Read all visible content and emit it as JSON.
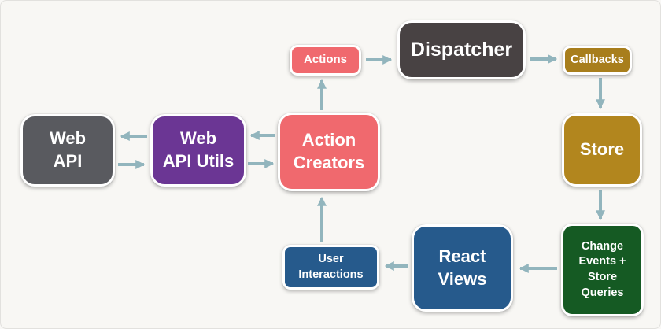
{
  "canvas": {
    "background": "#f8f7f4",
    "arrow_color": "#92b5bd"
  },
  "nodes": {
    "web_api": {
      "label": "Web\nAPI",
      "color": "#595a5f"
    },
    "web_api_utils": {
      "label": "Web\nAPI Utils",
      "color": "#6b3694"
    },
    "action_creators": {
      "label": "Action\nCreators",
      "color": "#f0696e"
    },
    "actions": {
      "label": "Actions",
      "color": "#f0696e"
    },
    "dispatcher": {
      "label": "Dispatcher",
      "color": "#484243"
    },
    "callbacks": {
      "label": "Callbacks",
      "color": "#a87e1c"
    },
    "store": {
      "label": "Store",
      "color": "#b2861e"
    },
    "change_events": {
      "label": "Change\nEvents +\nStore\nQueries",
      "color": "#155a23"
    },
    "react_views": {
      "label": "React\nViews",
      "color": "#265a8c"
    },
    "user_interactions": {
      "label": "User\nInteractions",
      "color": "#265a8c"
    }
  }
}
